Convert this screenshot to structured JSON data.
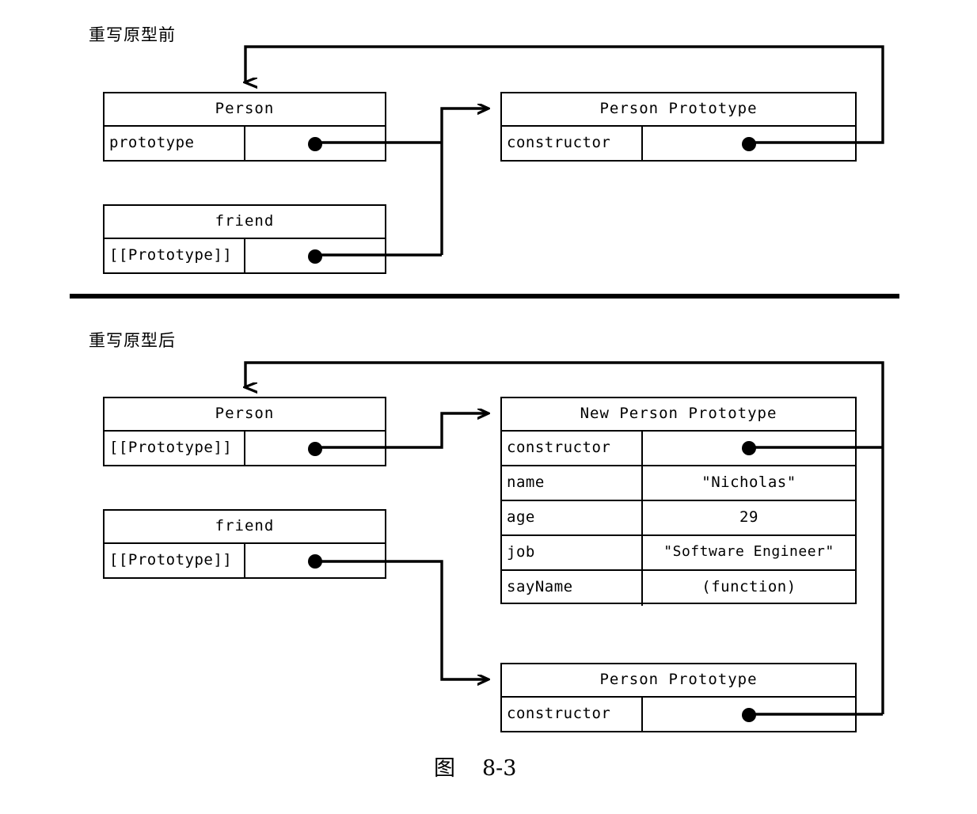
{
  "figure": {
    "caption_label": "图",
    "caption_number": "8-3"
  },
  "sections": [
    {
      "id": "before",
      "caption": "重写原型前",
      "boxes": [
        {
          "id": "person-before",
          "title": "Person",
          "rows": [
            {
              "key": "prototype",
              "value": "",
              "pointer": true
            }
          ]
        },
        {
          "id": "friend-before",
          "title": "friend",
          "rows": [
            {
              "key": "[[Prototype]]",
              "value": "",
              "pointer": true
            }
          ]
        },
        {
          "id": "person-prototype-before",
          "title": "Person Prototype",
          "rows": [
            {
              "key": "constructor",
              "value": "",
              "pointer": true
            }
          ]
        }
      ]
    },
    {
      "id": "after",
      "caption": "重写原型后",
      "boxes": [
        {
          "id": "person-after",
          "title": "Person",
          "rows": [
            {
              "key": "[[Prototype]]",
              "value": "",
              "pointer": true
            }
          ]
        },
        {
          "id": "friend-after",
          "title": "friend",
          "rows": [
            {
              "key": "[[Prototype]]",
              "value": "",
              "pointer": true
            }
          ]
        },
        {
          "id": "new-person-prototype",
          "title": "New Person Prototype",
          "rows": [
            {
              "key": "constructor",
              "value": "",
              "pointer": true
            },
            {
              "key": "name",
              "value": "\"Nicholas\"",
              "pointer": false
            },
            {
              "key": "age",
              "value": "29",
              "pointer": false
            },
            {
              "key": "job",
              "value": "\"Software Engineer\"",
              "pointer": false
            },
            {
              "key": "sayName",
              "value": "(function)",
              "pointer": false
            }
          ]
        },
        {
          "id": "person-prototype-after",
          "title": "Person Prototype",
          "rows": [
            {
              "key": "constructor",
              "value": "",
              "pointer": true
            }
          ]
        }
      ]
    }
  ],
  "colors": {
    "stroke": "#000000",
    "background": "#ffffff"
  }
}
